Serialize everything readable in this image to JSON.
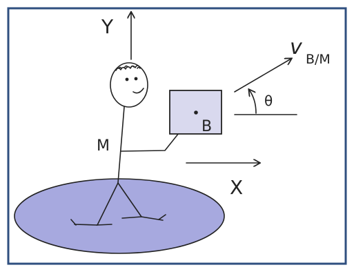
{
  "labels": {
    "y_axis": "Y",
    "x_axis": "X",
    "person": "M",
    "box": "B",
    "angle": "θ",
    "velocity_main": "v",
    "velocity_sub": "B/M"
  },
  "colors": {
    "frame_border": "#2f4f7f",
    "background": "#ffffff",
    "ink": "#222222",
    "platform_fill": "#a7a9df",
    "box_fill": "#d9d9ee"
  },
  "icons": {
    "y_arrow": "arrow-up-icon",
    "x_arrow": "arrow-right-icon",
    "velocity_arrow": "arrow-diagonal-icon"
  }
}
